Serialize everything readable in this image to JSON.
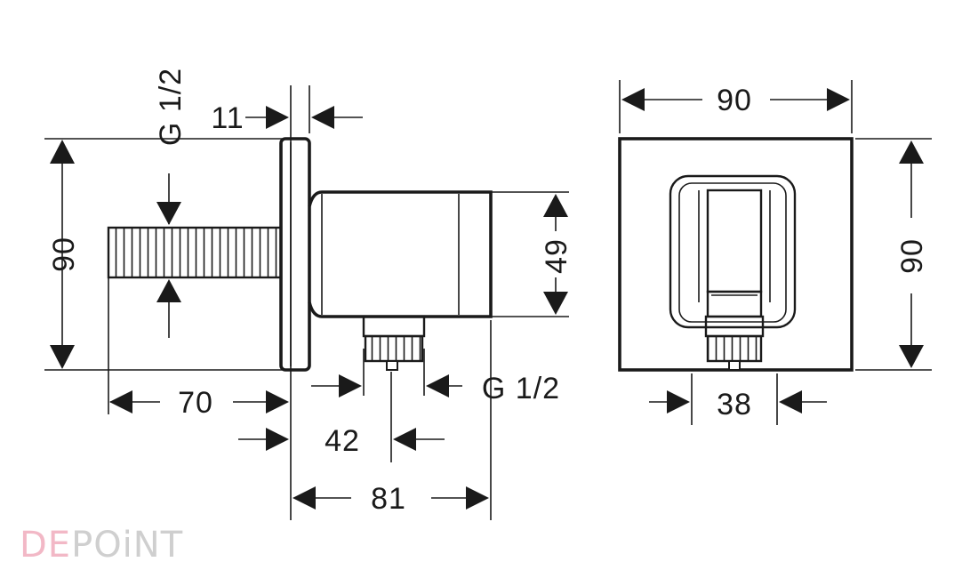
{
  "side_view": {
    "dim_overall_height": "90",
    "dim_plate_thickness": "11",
    "dim_pipe_thread": "G 1/2",
    "dim_pipe_length": "70",
    "dim_body_height": "49",
    "dim_outlet_offset": "42",
    "dim_depth": "81",
    "dim_outlet_thread": "G 1/2"
  },
  "front_view": {
    "dim_width": "90",
    "dim_height": "90",
    "dim_outlet_width": "38"
  },
  "watermark": {
    "part_a": "DE",
    "part_b": "POiNT"
  }
}
